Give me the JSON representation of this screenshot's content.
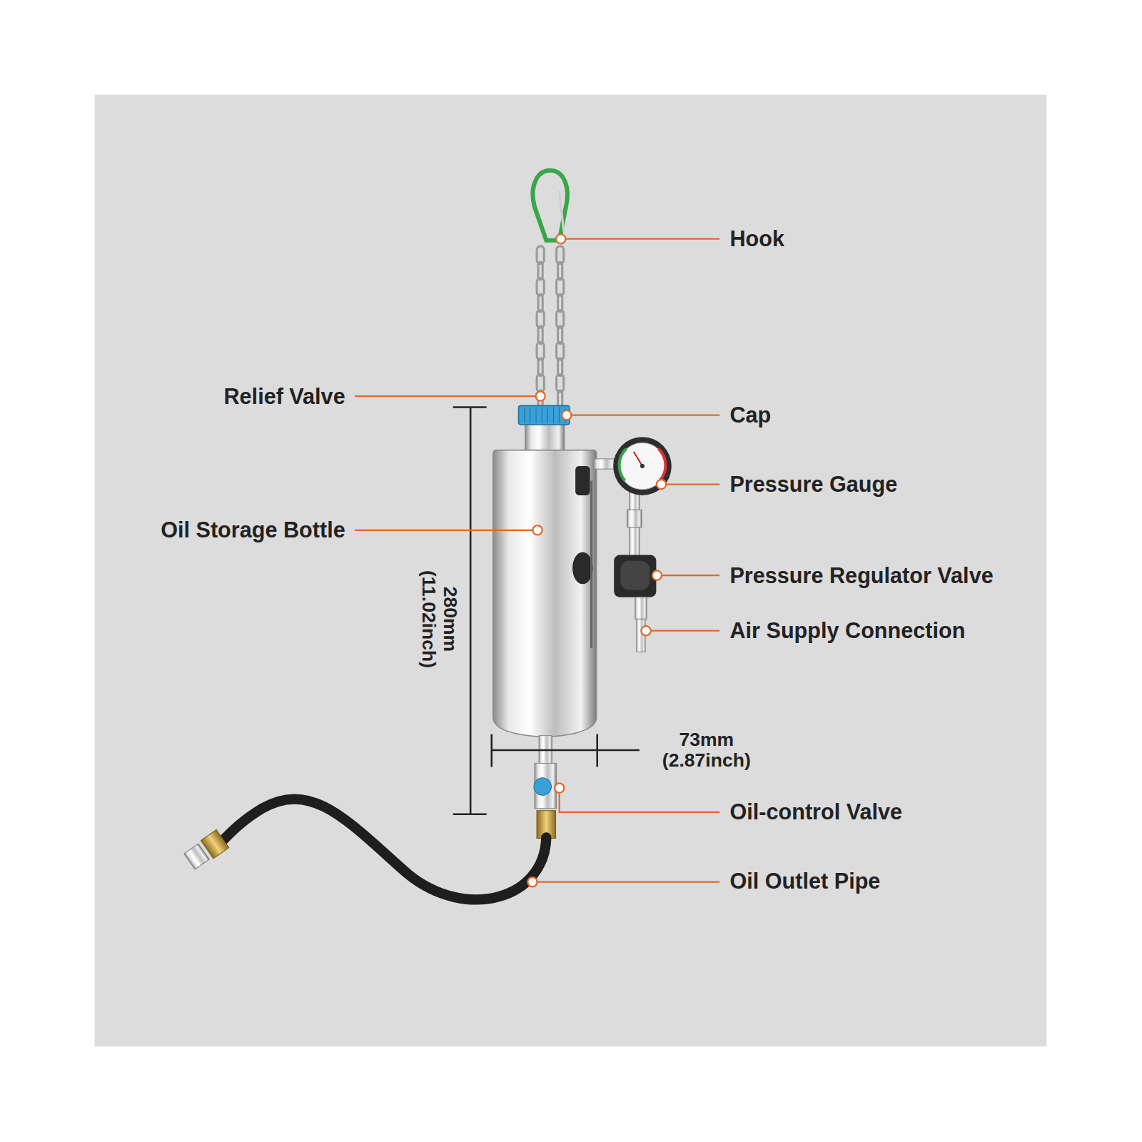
{
  "diagram": {
    "labels": [
      "Hook",
      "Relief Valve",
      "Cap",
      "Pressure Gauge",
      "Oil Storage Bottle",
      "Pressure Regulator Valve",
      "Air Supply Connection",
      "280mm (11.02inch)",
      "73mm (2.87inch)",
      "Oil-control Valve",
      "Oil Outlet Pipe"
    ]
  }
}
